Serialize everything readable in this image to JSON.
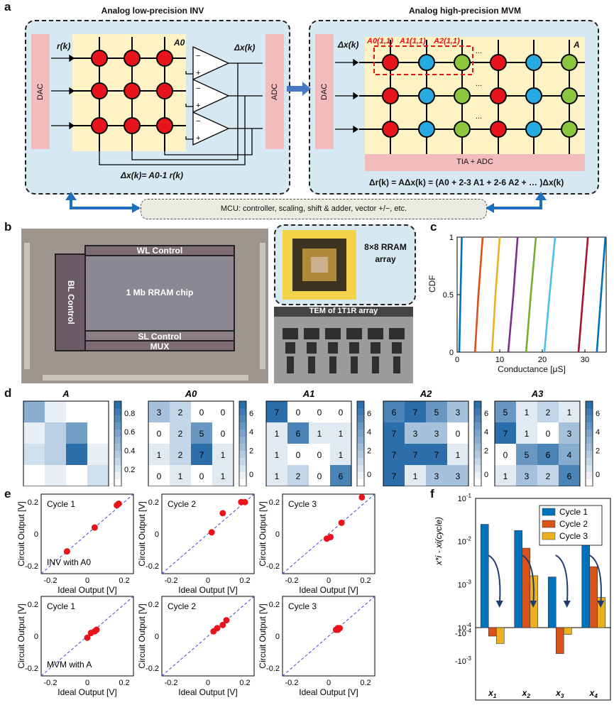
{
  "panel_labels": {
    "a": "a",
    "b": "b",
    "c": "c",
    "d": "d",
    "e": "e",
    "f": "f"
  },
  "panel_a": {
    "left_title": "Analog low-precision INV",
    "right_title": "Analog high-precision MVM",
    "dac_left": "DAC",
    "adc_left": "ADC",
    "dac_right": "DAC",
    "tia_adc": "TIA + ADC",
    "r_label": "r(k)",
    "a0_label": "A0",
    "dx_label": "Δx(k)",
    "dx_label_right": "Δx(k)",
    "a_label": "A",
    "sub_labels": [
      "A0(1,1)",
      "A1(1,1)",
      "A2(1,1)"
    ],
    "ellipsis": "...",
    "eq_left": "Δx(k)= A0-1 r(k)",
    "eq_right": "Δr(k) = AΔx(k) = (A0 + 2-3 A1 + 2-6 A2 + … )Δx(k)",
    "mcu": "MCU: controller, scaling, shift & adder, vector +/−, etc.",
    "colors": {
      "red": "#e8141c",
      "blue": "#27a9e1",
      "green": "#8cc63e",
      "yellow_bg": "#fdf3c5",
      "pink": "#f2bcbc",
      "panel_bg": "#d6e9f2"
    }
  },
  "panel_b": {
    "wl": "WL Control",
    "bl": "BL Control",
    "chip": "1 Mb RRAM chip",
    "sl": "SL Control",
    "mux": "MUX",
    "array_label": "8×8 RRAM array",
    "tem_label": "TEM of 1T1R array"
  },
  "chart_data": [
    {
      "id": "c",
      "type": "line",
      "ylabel": "CDF",
      "xlabel": "Conductance [μS]",
      "xlim": [
        0,
        35
      ],
      "ylim": [
        0,
        1
      ],
      "xticks": [
        "0",
        "10",
        "20",
        "30"
      ],
      "yticks": [
        "0",
        "0.5",
        "1"
      ],
      "series": [
        {
          "color": "#0072bd",
          "x": [
            0.5,
            0.8,
            1.1
          ]
        },
        {
          "color": "#d95319",
          "x": [
            4.2,
            5.0,
            6.0
          ]
        },
        {
          "color": "#edb120",
          "x": [
            8.2,
            9.0,
            10.0
          ]
        },
        {
          "color": "#7e2f8e",
          "x": [
            12.0,
            13.2,
            14.2
          ]
        },
        {
          "color": "#77ac30",
          "x": [
            16.2,
            17.3,
            18.5
          ]
        },
        {
          "color": "#4dbeee",
          "x": [
            20.5,
            21.7,
            23.0
          ]
        },
        {
          "color": "#a2142f",
          "x": [
            28.5,
            29.6,
            30.7
          ]
        },
        {
          "color": "#0072bd",
          "x": [
            32.8,
            33.8,
            34.8
          ]
        }
      ]
    },
    {
      "id": "d",
      "type": "heatmap",
      "maps": [
        {
          "title": "A",
          "colorbar": [
            "0.8",
            "0.6",
            "0.4",
            "0.2"
          ],
          "vmax": 0.9,
          "values": [
            [
              0.5,
              0.1,
              0,
              0
            ],
            [
              0.1,
              0.3,
              0.6,
              0
            ],
            [
              0.2,
              0.3,
              0.9,
              0.1
            ],
            [
              0,
              0.1,
              0,
              0.2
            ]
          ],
          "show_values": false
        },
        {
          "title": "A0",
          "colorbar": [
            "6",
            "4",
            "2",
            "0"
          ],
          "vmax": 7,
          "values": [
            [
              3,
              2,
              0,
              0
            ],
            [
              0,
              2,
              5,
              0
            ],
            [
              1,
              2,
              7,
              1
            ],
            [
              0,
              1,
              0,
              1
            ]
          ],
          "show_values": true
        },
        {
          "title": "A1",
          "colorbar": [
            "6",
            "4",
            "2",
            "0"
          ],
          "vmax": 7,
          "values": [
            [
              7,
              0,
              0,
              0
            ],
            [
              1,
              6,
              1,
              1
            ],
            [
              1,
              0,
              0,
              1
            ],
            [
              1,
              2,
              0,
              6
            ]
          ],
          "show_values": true
        },
        {
          "title": "A2",
          "colorbar": [
            "6",
            "4",
            "2",
            "0"
          ],
          "vmax": 7,
          "values": [
            [
              6,
              7,
              5,
              3
            ],
            [
              7,
              3,
              3,
              0
            ],
            [
              7,
              7,
              7,
              1
            ],
            [
              7,
              1,
              3,
              3
            ]
          ],
          "show_values": true
        },
        {
          "title": "A3",
          "colorbar": [
            "6",
            "4",
            "2",
            "0"
          ],
          "vmax": 7,
          "values": [
            [
              5,
              1,
              2,
              1
            ],
            [
              7,
              1,
              0,
              3
            ],
            [
              0,
              5,
              6,
              4
            ],
            [
              1,
              3,
              2,
              6
            ]
          ],
          "show_values": true
        }
      ]
    },
    {
      "id": "e",
      "type": "scatter",
      "xlabel": "Ideal Output [V]",
      "ylabel": "Circuit Output [V]",
      "xlim": [
        -0.25,
        0.25
      ],
      "ylim": [
        -0.25,
        0.25
      ],
      "xticks": [
        "-0.2",
        "0",
        "0.2"
      ],
      "yticks": [
        "-0.2",
        "0",
        "0.2"
      ],
      "plots": [
        {
          "cycle": "Cycle 1",
          "note": "INV with A0",
          "points": [
            [
              -0.11,
              -0.11
            ],
            [
              0.04,
              0.04
            ],
            [
              0.16,
              0.18
            ],
            [
              0.17,
              0.19
            ]
          ]
        },
        {
          "cycle": "Cycle 2",
          "note": "",
          "points": [
            [
              0.02,
              0.01
            ],
            [
              0.08,
              0.13
            ],
            [
              0.18,
              0.2
            ],
            [
              0.2,
              0.2
            ]
          ]
        },
        {
          "cycle": "Cycle 3",
          "note": "",
          "points": [
            [
              -0.01,
              -0.03
            ],
            [
              0.01,
              -0.02
            ],
            [
              0.07,
              0.07
            ],
            [
              0.18,
              0.23
            ]
          ]
        },
        {
          "cycle": "Cycle 1",
          "note": "MVM with A",
          "points": [
            [
              0.0,
              -0.01
            ],
            [
              0.02,
              0.02
            ],
            [
              0.04,
              0.03
            ],
            [
              0.05,
              0.04
            ]
          ]
        },
        {
          "cycle": "Cycle 2",
          "note": "",
          "points": [
            [
              0.03,
              0.03
            ],
            [
              0.05,
              0.05
            ],
            [
              0.08,
              0.07
            ],
            [
              0.1,
              0.1
            ]
          ]
        },
        {
          "cycle": "Cycle 3",
          "note": "",
          "points": [
            [
              0.04,
              0.04
            ],
            [
              0.05,
              0.05
            ],
            [
              0.05,
              0.04
            ],
            [
              0.06,
              0.05
            ]
          ]
        }
      ]
    },
    {
      "id": "f",
      "type": "bar",
      "ylabel": "x*i - xi(cycle)",
      "categories": [
        "x1",
        "x2",
        "x3",
        "x4"
      ],
      "yticks": [
        "10-1",
        "10-2",
        "10-3",
        "10-4",
        "-10-4",
        "-10-3"
      ],
      "series": [
        {
          "name": "Cycle 1",
          "color": "#0072bd",
          "values": [
            0.025,
            0.018,
            0.0015,
            0.025
          ]
        },
        {
          "name": "Cycle 2",
          "color": "#d95319",
          "values": [
            -0.00018,
            0.007,
            -0.0006,
            0.0026
          ]
        },
        {
          "name": "Cycle 3",
          "color": "#edb120",
          "values": [
            -0.0003,
            0.0016,
            -0.00016,
            0.0005
          ]
        }
      ]
    }
  ]
}
